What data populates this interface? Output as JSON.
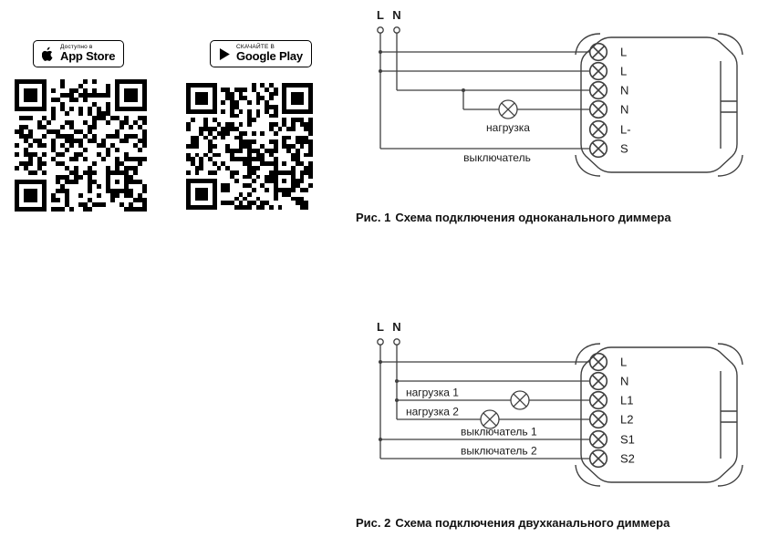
{
  "badges": {
    "app_store": {
      "top": "Доступно в",
      "main": "App Store"
    },
    "google_play": {
      "top": "СКАЧАЙТЕ В",
      "main": "Google Play"
    }
  },
  "fig1": {
    "supply": {
      "l": "L",
      "n": "N"
    },
    "load_label": "нагрузка",
    "switch_label": "выключатель",
    "terminals": [
      "L",
      "L",
      "N",
      "N",
      "L-",
      "S"
    ],
    "caption_prefix": "Рис. 1",
    "caption": "Схема подключения одноканального диммера"
  },
  "fig2": {
    "supply": {
      "l": "L",
      "n": "N"
    },
    "load1_label": "нагрузка 1",
    "load2_label": "нагрузка 2",
    "switch1_label": "выключатель 1",
    "switch2_label": "выключатель 2",
    "terminals": [
      "L",
      "N",
      "L1",
      "L2",
      "S1",
      "S2"
    ],
    "caption_prefix": "Рис. 2",
    "caption": "Схема подключения двухканального диммера"
  },
  "colors": {
    "line": "#3f3f3f",
    "text": "#1a1a1a",
    "badge_border": "#000000",
    "background": "#ffffff"
  }
}
